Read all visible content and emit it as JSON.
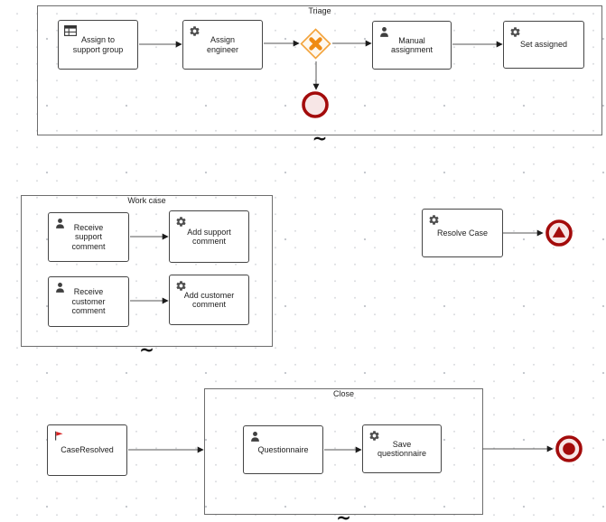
{
  "stages": {
    "triage": {
      "label": "Triage",
      "marker": "~"
    },
    "work_case": {
      "label": "Work case",
      "marker": "~"
    },
    "close": {
      "label": "Close",
      "marker": "~"
    }
  },
  "tasks": {
    "assign_to_support_group": "Assign to support group",
    "assign_engineer": "Assign engineer",
    "manual_assignment": "Manual assignment",
    "set_assigned": "Set assigned",
    "receive_support_comment": "Receive support comment",
    "add_support_comment": "Add support comment",
    "receive_customer_comment": "Receive customer comment",
    "add_customer_comment": "Add customer comment",
    "resolve_case": "Resolve Case",
    "case_resolved": "CaseResolved",
    "questionnaire": "Questionnaire",
    "save_questionnaire": "Save questionnaire"
  },
  "icons": {
    "business_rule_task": "table-icon",
    "service_task": "gear-icon",
    "user_task": "person-icon",
    "milestone": "flag-icon",
    "exclusive_gateway_marker": "x-icon",
    "end_event": "thick-red-circle",
    "signal_end_event": "triangle-icon",
    "terminate_end_event": "filled-circle-icon"
  },
  "colors": {
    "gateway_orange": "#ef8b13",
    "gateway_border": "#f3a33b",
    "gateway_fill": "#fef8ef",
    "event_red": "#a30b0b",
    "event_fill": "#f7e6e6",
    "node_border": "#454545",
    "stage_border": "#6d6d6d"
  }
}
